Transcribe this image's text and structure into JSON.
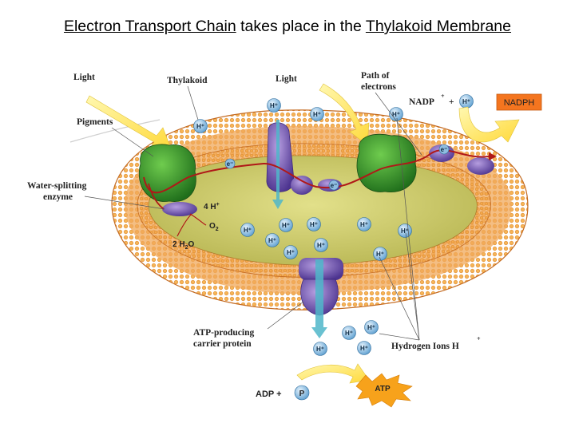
{
  "title": {
    "part1": "Electron Transport Chain",
    "part2": " takes place in the ",
    "part3": "Thylakoid Membrane"
  },
  "labels": {
    "light_left": "Light",
    "thylakoid": "Thylakoid",
    "light_mid": "Light",
    "path_line1": "Path of",
    "path_line2": "electrons",
    "pigments": "Pigments",
    "water_line1": "Water-splitting",
    "water_line2": "enzyme",
    "atp_carrier_line1": "ATP-producing",
    "atp_carrier_line2": "carrier protein",
    "hydrogen_ions": "Hydrogen Ions H",
    "hydrogen_plus": "+",
    "nadp": "NADP",
    "nadp_plus_sup": "+",
    "plus_sign": "+",
    "nadph": "NADPH",
    "adp": "ADP +",
    "p": "P",
    "atp": "ATP",
    "four_h": "4 H",
    "four_h_sup": "+",
    "o2": "O",
    "o2_sub": "2",
    "two_h2o": "2 H",
    "two_h2o_sub": "2",
    "two_h2o_o": "O",
    "electron": "e⁻",
    "h_ion": "H⁺"
  },
  "colors": {
    "membrane": "#f0a040",
    "membrane_dark": "#d9772a",
    "lumen": "#c9c76a",
    "photosystem": "#3e9a2e",
    "cytochrome": "#7f5fb8",
    "atp_synthase": "#8f7cc2",
    "electron_path": "#b01818",
    "light_arrow": "#ffe94a",
    "nadph_box": "#f4751f",
    "h_ion": "#8fc1e6",
    "atp_star": "#f7a21b"
  }
}
